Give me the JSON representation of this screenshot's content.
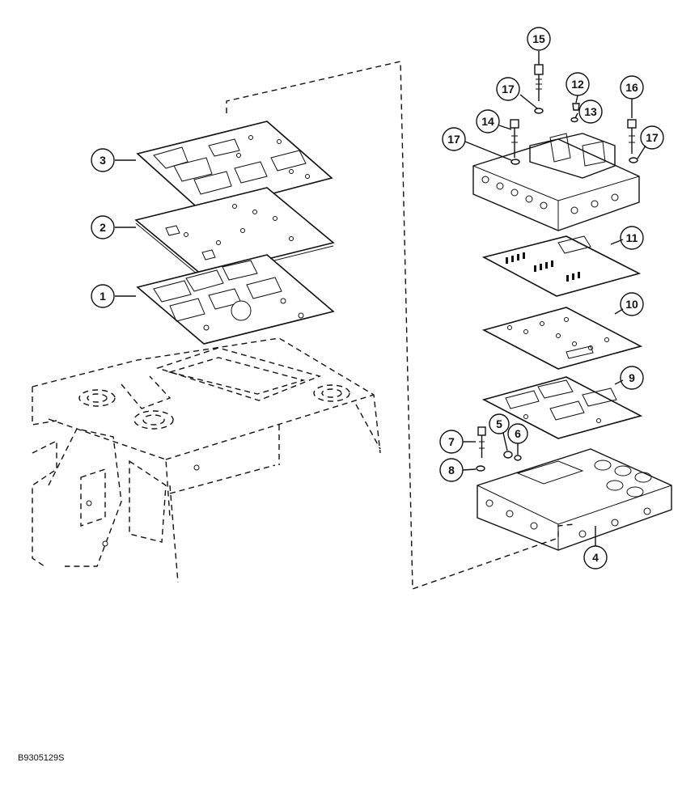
{
  "figure_code": "B9305129S",
  "callouts": [
    {
      "id": "c1",
      "label": "1"
    },
    {
      "id": "c2",
      "label": "2"
    },
    {
      "id": "c3",
      "label": "3"
    },
    {
      "id": "c4",
      "label": "4"
    },
    {
      "id": "c5",
      "label": "5"
    },
    {
      "id": "c6",
      "label": "6"
    },
    {
      "id": "c7",
      "label": "7"
    },
    {
      "id": "c8",
      "label": "8"
    },
    {
      "id": "c9",
      "label": "9"
    },
    {
      "id": "c10",
      "label": "10"
    },
    {
      "id": "c11",
      "label": "11"
    },
    {
      "id": "c12",
      "label": "12"
    },
    {
      "id": "c13",
      "label": "13"
    },
    {
      "id": "c14",
      "label": "14"
    },
    {
      "id": "c15",
      "label": "15"
    },
    {
      "id": "c16",
      "label": "16"
    },
    {
      "id": "c17a",
      "label": "17"
    },
    {
      "id": "c17b",
      "label": "17"
    },
    {
      "id": "c17c",
      "label": "17"
    }
  ]
}
